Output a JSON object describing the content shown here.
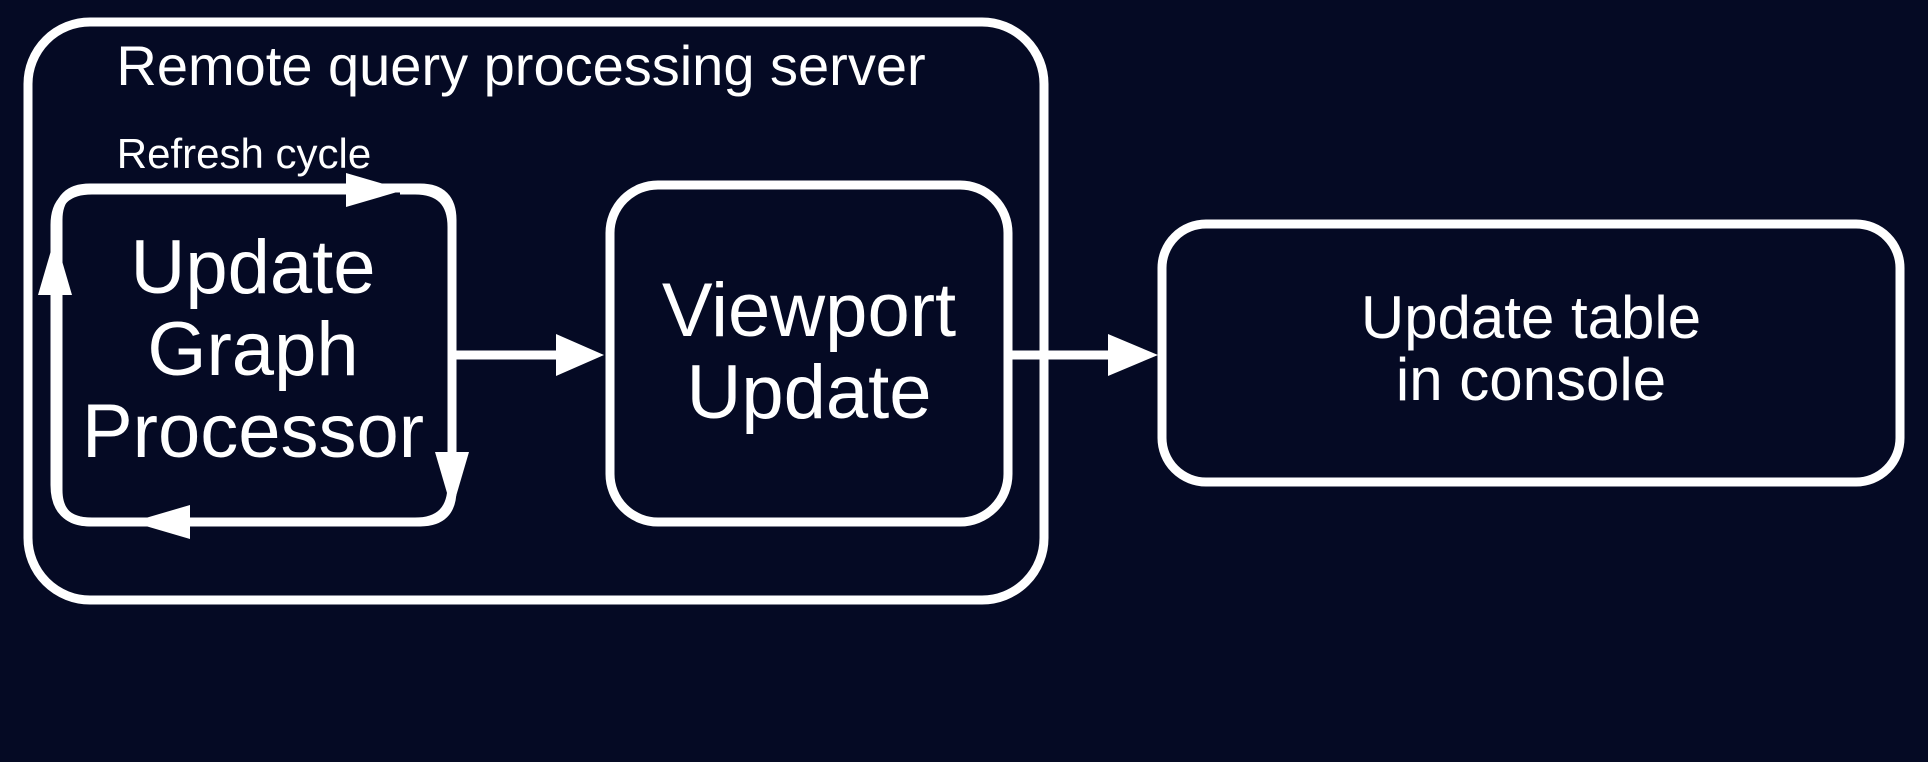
{
  "diagram": {
    "background_color": "#050a24",
    "stroke_color": "#ffffff",
    "text_color": "#ffffff",
    "container": {
      "label": "Remote query processing server"
    },
    "loop": {
      "label": "Refresh cycle"
    },
    "nodes": [
      {
        "id": "update-graph-processor",
        "line1": "Update",
        "line2": "Graph",
        "line3": "Processor"
      },
      {
        "id": "viewport-update",
        "line1": "Viewport",
        "line2": "Update"
      },
      {
        "id": "update-table-in-console",
        "line1": "Update table",
        "line2": "in console"
      }
    ],
    "edges": [
      {
        "id": "edge-processor-to-viewport",
        "from": "update-graph-processor",
        "to": "viewport-update",
        "label": ""
      },
      {
        "id": "edge-viewport-to-console",
        "from": "viewport-update",
        "to": "update-table-in-console",
        "label": ""
      },
      {
        "id": "edge-refresh-loop",
        "from": "update-graph-processor",
        "to": "update-graph-processor",
        "label": "Refresh cycle"
      }
    ]
  }
}
